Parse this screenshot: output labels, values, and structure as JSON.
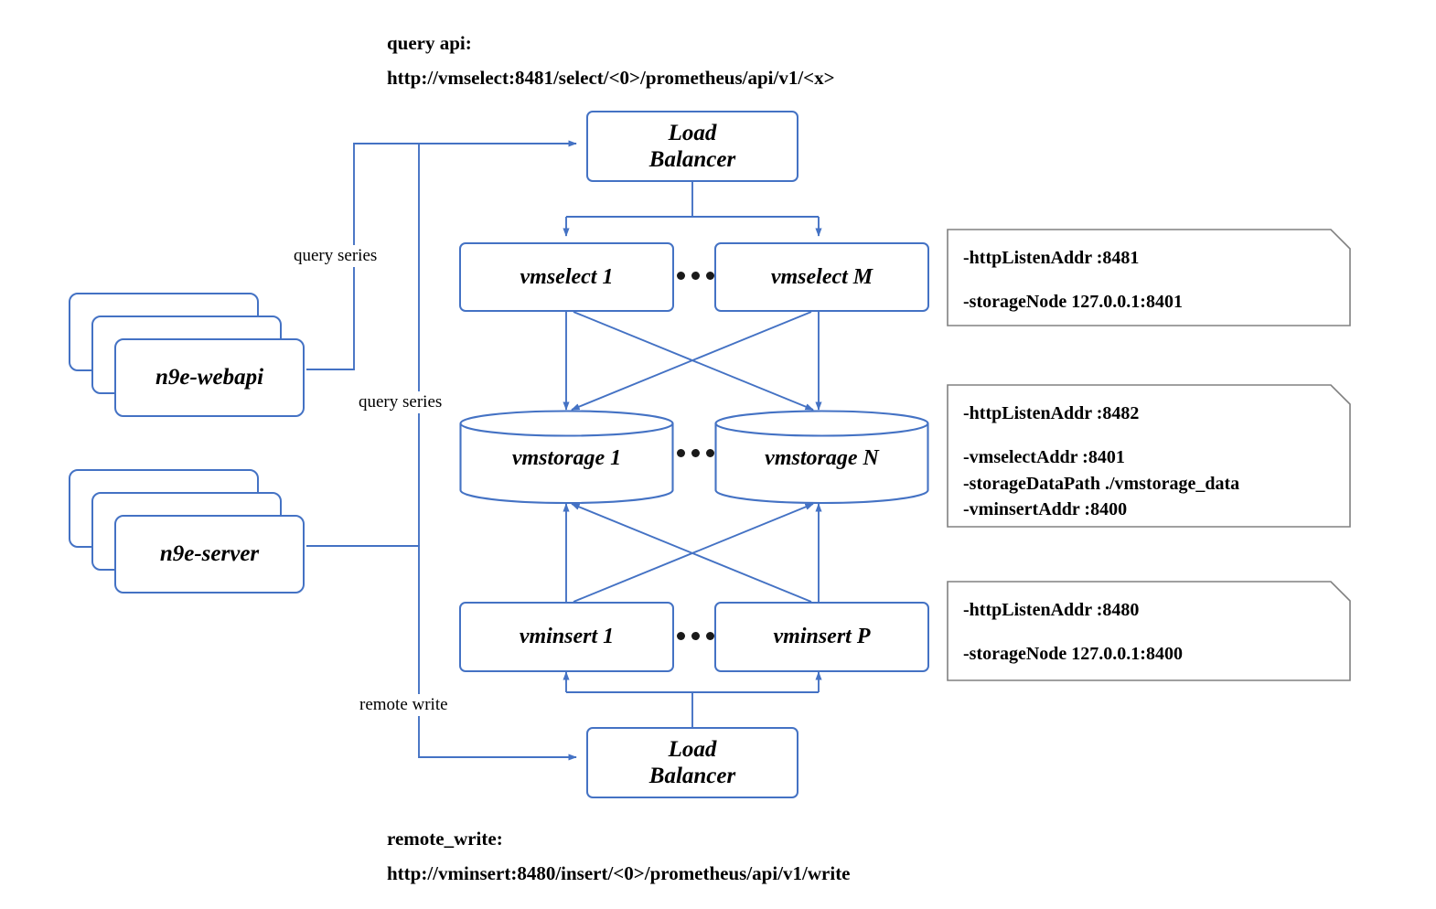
{
  "diagram": {
    "title_block": {
      "query_api_label": "query api:",
      "query_api_url": "http://vmselect:8481/select/<0>/prometheus/api/v1/<x>",
      "remote_write_label": "remote_write:",
      "remote_write_url": "http://vminsert:8480/insert/<0>/prometheus/api/v1/write"
    },
    "colors": {
      "node_border": "#4472C4",
      "connector": "#4472C4",
      "note_border": "#808080",
      "text": "#000000",
      "background": "#ffffff"
    },
    "clients": [
      {
        "id": "n9e-webapi",
        "label": "n9e-webapi"
      },
      {
        "id": "n9e-server",
        "label": "n9e-server"
      }
    ],
    "nodes": {
      "lb_top": "Load\nBalancer",
      "lb_top_line1": "Load",
      "lb_top_line2": "Balancer",
      "lb_bottom_line1": "Load",
      "lb_bottom_line2": "Balancer",
      "vmselect_first": "vmselect 1",
      "vmselect_last": "vmselect M",
      "vmstorage_first": "vmstorage 1",
      "vmstorage_last": "vmstorage N",
      "vminsert_first": "vminsert 1",
      "vminsert_last": "vminsert P"
    },
    "edge_labels": {
      "query_series_top": "query series",
      "query_series_mid": "query series",
      "remote_write": "remote write"
    },
    "notes": [
      {
        "id": "vmselect-flags",
        "lines_group_1": [
          "-httpListenAddr :8481"
        ],
        "lines_group_2": [
          "-storageNode 127.0.0.1:8401"
        ]
      },
      {
        "id": "vmstorage-flags",
        "lines_group_1": [
          "-httpListenAddr :8482"
        ],
        "lines_group_2": [
          "-vmselectAddr :8401",
          "-storageDataPath ./vmstorage_data",
          "-vminsertAddr :8400"
        ]
      },
      {
        "id": "vminsert-flags",
        "lines_group_1": [
          "-httpListenAddr :8480"
        ],
        "lines_group_2": [
          "-storageNode 127.0.0.1:8400"
        ]
      }
    ]
  }
}
